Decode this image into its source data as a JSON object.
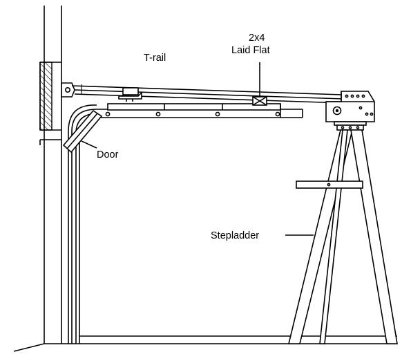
{
  "labels": {
    "t_rail": "T-rail",
    "two_by_four_line1": "2x4",
    "two_by_four_line2": "Laid Flat",
    "door": "Door",
    "stepladder": "Stepladder"
  },
  "colors": {
    "stroke": "#000000",
    "background": "#ffffff"
  }
}
